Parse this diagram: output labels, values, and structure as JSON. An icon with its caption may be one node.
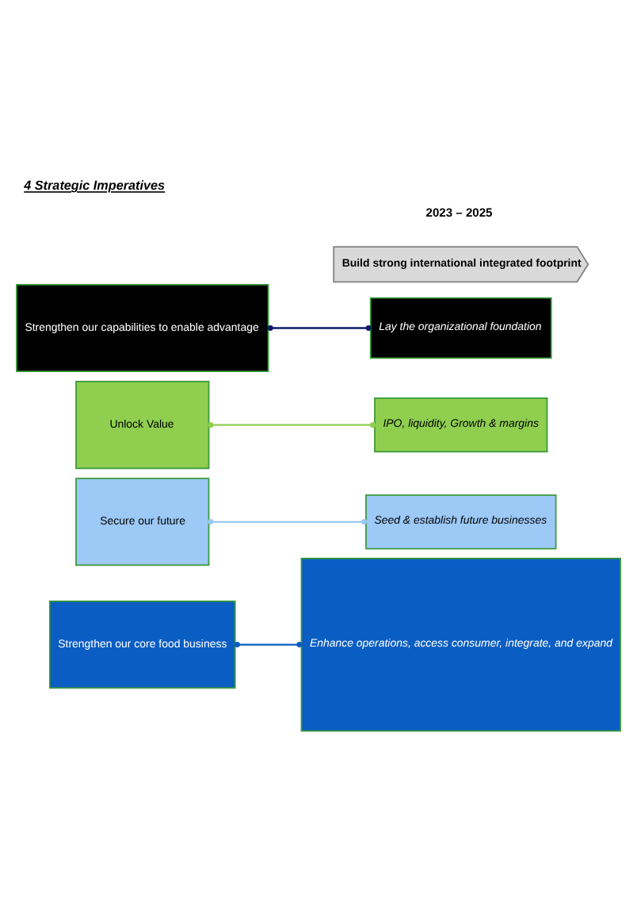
{
  "diagram": {
    "title": "4 Strategic Imperatives",
    "nodes": [
      {
        "text": [
          "Strengthen our core food business"
        ]
      },
      {
        "text": [
          "Secure our future"
        ]
      },
      {
        "text": [
          "Unlock Value"
        ]
      },
      {
        "text": [
          "Strengthen our capabilities to enable advantage"
        ]
      },
      {
        "text": [
          "Enhance operations, access consumer, integrate, and expand"
        ]
      },
      {
        "text": [
          "Seed & establish future businesses"
        ]
      },
      {
        "text": [
          "IPO, liquidity, Growth & margins"
        ]
      },
      {
        "text": [
          "Lay the organizational foundation"
        ]
      },
      {
        "text": [
          "Build strong international integrated footprint"
        ]
      }
    ],
    "edges": [
      {
        "from": 0,
        "to": 4,
        "arrow": "other",
        "color": "#0a5dc2"
      },
      {
        "from": 1,
        "to": 5,
        "arrow": "other",
        "color": "#9cc9f5"
      },
      {
        "from": 2,
        "to": 6,
        "arrow": "other",
        "color": "#8fce4f"
      },
      {
        "from": 3,
        "to": 7,
        "arrow": "other",
        "color": "#0b1a66"
      }
    ],
    "labels": [
      "2023 – 2025"
    ]
  }
}
